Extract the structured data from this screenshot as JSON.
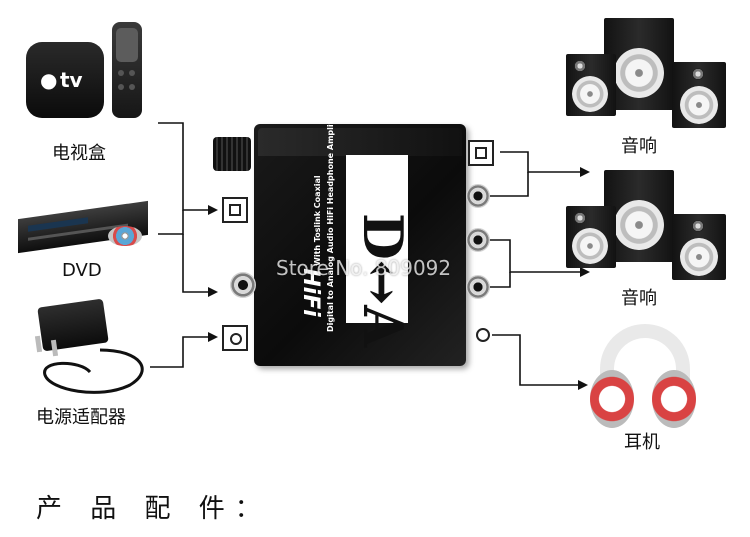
{
  "labels": {
    "tv_box": "电视盒",
    "dvd": "DVD",
    "adapter": "电源适配器",
    "speaker_top": "音响",
    "speaker_bottom": "音响",
    "headphones": "耳机"
  },
  "device": {
    "side_text": [
      "Digital to Analog Audio HiFi Headphone Amplifier",
      "With Toslink Coaxial"
    ],
    "face_text": "D↔A",
    "hifi": "HiFi",
    "watermark": "Store No. 809092"
  },
  "apple_tv_text": "tv",
  "footer": "产 品 配 件："
}
